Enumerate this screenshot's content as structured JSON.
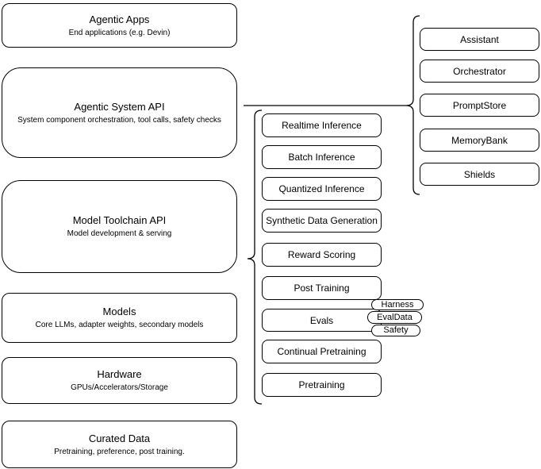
{
  "diagram": {
    "left_boxes": [
      {
        "title": "Agentic Apps",
        "subtitle": "End applications (e.g. Devin)"
      },
      {
        "title": "Agentic System API",
        "subtitle": "System component orchestration, tool calls, safety checks"
      },
      {
        "title": "Model Toolchain API",
        "subtitle": "Model development & serving"
      },
      {
        "title": "Models",
        "subtitle": "Core LLMs, adapter weights, secondary models"
      },
      {
        "title": "Hardware",
        "subtitle": "GPUs/Accelerators/Storage"
      },
      {
        "title": "Curated Data",
        "subtitle": "Pretraining, preference, post training."
      }
    ],
    "middle_boxes": [
      "Realtime Inference",
      "Batch Inference",
      "Quantized Inference",
      "Synthetic Data Generation",
      "Reward Scoring",
      "Post Training",
      "Evals",
      "Continual Pretraining",
      "Pretraining"
    ],
    "eval_pills": [
      "Harness",
      "EvalData",
      "Safety"
    ],
    "right_boxes": [
      "Assistant",
      "Orchestrator",
      "PromptStore",
      "MemoryBank",
      "Shields"
    ],
    "colors": {
      "stroke": "#000000",
      "fill": "#ffffff",
      "background": "#ffffff",
      "text": "#000000"
    }
  }
}
